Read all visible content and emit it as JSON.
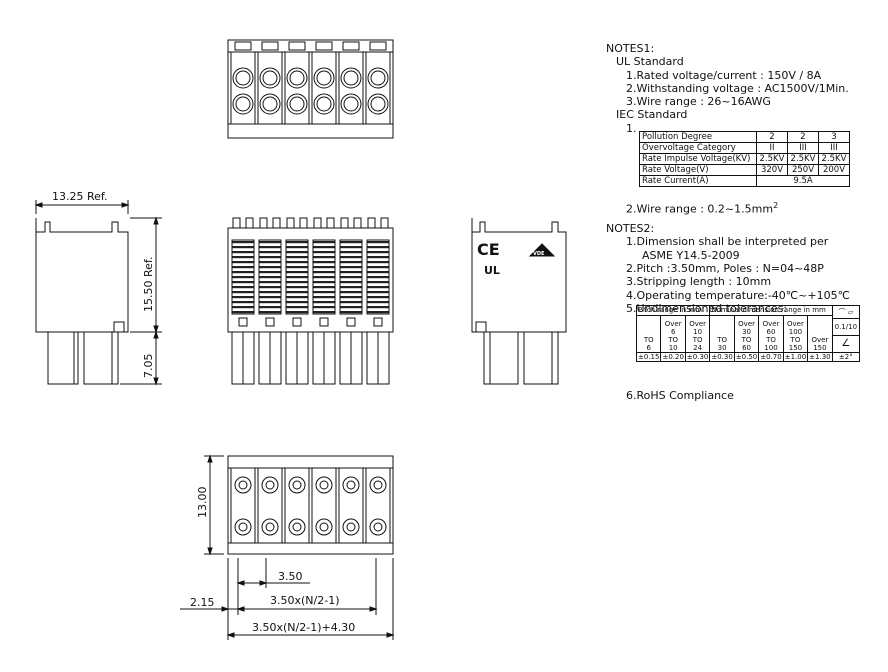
{
  "dimensions": {
    "ref_width": "13.25 Ref.",
    "ref_height": "15.50 Ref.",
    "pin_length": "7.05",
    "depth": "13.00",
    "pitch": "3.50",
    "offset": "2.15",
    "span": "3.50x(N/2-1)",
    "overall": "3.50x(N/2-1)+4.30"
  },
  "marks": {
    "ce": "CE",
    "ul": "UL",
    "vde": "VDE"
  },
  "notes1": {
    "title": "NOTES1:",
    "ul_heading": "UL Standard",
    "ul_items": [
      "1.Rated voltage/current : 150V / 8A",
      "2.Withstanding voltage : AC1500V/1Min.",
      "3.Wire range : 26~16AWG"
    ],
    "iec_heading": "IEC Standard",
    "iec_item1": "1.",
    "iec_table": [
      [
        "Pollution Degree",
        "2",
        "2",
        "3"
      ],
      [
        "Overvoltage Category",
        "II",
        "III",
        "III"
      ],
      [
        "Rate Impulse Voltage(KV)",
        "2.5KV",
        "2.5KV",
        "2.5KV"
      ],
      [
        "Rate Voltage(V)",
        "320V",
        "250V",
        "200V"
      ],
      [
        "Rate Current(A)",
        "9.5A"
      ]
    ],
    "iec_item2": "2.Wire range : 0.2~1.5mm",
    "iec_item2_sup": "2"
  },
  "notes2": {
    "title": "NOTES2:",
    "items": [
      "1.Dimension shall be interpreted per",
      "ASME Y14.5-2009",
      "2.Pitch :3.50mm, Poles : N=04~48P",
      "3.Stripping length : 10mm",
      "4.Operating temperature:-40℃~+105℃",
      "5.Undimensioned tolerances:"
    ],
    "tolerance": {
      "pitch_header": "Pitch range in mm",
      "nominal_header": "Nominal dimension range in mm",
      "pitch_cols": [
        [
          "",
          "TO",
          "6"
        ],
        [
          "Over",
          "6",
          "TO",
          "10"
        ],
        [
          "Over",
          "10",
          "TO",
          "24"
        ]
      ],
      "nominal_cols": [
        [
          "",
          "TO",
          "30"
        ],
        [
          "Over",
          "30",
          "TO",
          "60"
        ],
        [
          "Over",
          "60",
          "TO",
          "100"
        ],
        [
          "Over",
          "100",
          "TO",
          "150"
        ],
        [
          "Over",
          "150"
        ]
      ],
      "tol_row": [
        "±0.15",
        "±0.20",
        "±0.30",
        "±0.30",
        "±0.50",
        "±0.70",
        "±1.00",
        "±1.30"
      ],
      "geo_symbols": "⌒ ▱",
      "flatness": "0.1/10",
      "angle_symbol": "∠",
      "angle_tol": "±2°"
    },
    "last": "6.RoHS Compliance"
  }
}
